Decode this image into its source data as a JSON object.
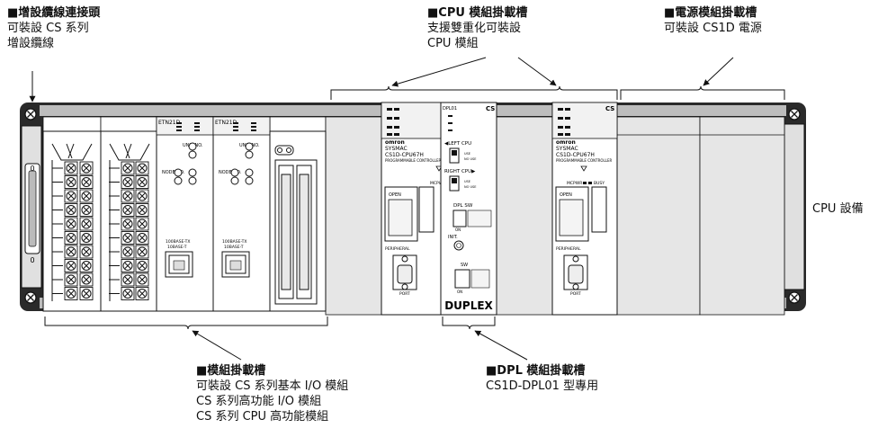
{
  "callouts": {
    "expansion": {
      "title": "■增設纜線連接頭",
      "lines": [
        "可裝設 CS 系列",
        "增設纜線"
      ]
    },
    "cpu_slot": {
      "title": "■CPU 模組掛載槽",
      "lines": [
        "支援雙重化可裝設",
        "CPU 模組"
      ]
    },
    "power_slot": {
      "title": "■電源模組掛載槽",
      "lines": [
        "可裝設 CS1D 電源"
      ]
    },
    "unit_slot": {
      "title": "■模組掛載槽",
      "lines": [
        "可裝設 CS 系列基本 I/O 模組",
        "CS 系列高功能 I/O 模組",
        "CS 系列 CPU 高功能模組"
      ]
    },
    "dpl_slot": {
      "title": "■DPL 模組掛載槽",
      "lines": [
        "CS1D-DPL01 型專用"
      ]
    }
  },
  "side_label": "CPU 設備",
  "module_text": {
    "etn": "ETN21D",
    "unit_no": "UNIT\nNO.",
    "node_no": "NODE\nNO.",
    "tx1": "100BASE-TX",
    "tx2": "10BASE-T",
    "omron": "omron",
    "sysmac": "SYSMAC",
    "cpu_model": "CS1D-CPU67H",
    "prog_ctrl": "PROGRAMMABLE CONTROLLER",
    "mcpwr": "MCPWR",
    "busy": "BUSY",
    "open": "OPEN",
    "peripheral": "PERIPHERAL",
    "port": "PORT",
    "left_cpu": "◀LEFT CPU",
    "right_cpu": "RIGHT CPU▶",
    "use": "USE",
    "no_use": "NO USE",
    "dpl_sw": "DPL SW",
    "init": "INIT.",
    "sw": "SW",
    "on": "ON",
    "duplex": "DUPLEX",
    "cs": "CS",
    "dpl01": "DPL01"
  },
  "colors": {
    "frame": "#2a2a2a",
    "panel": "#e6e6e6",
    "face": "#ffffff",
    "rail": "#4a4a4a"
  }
}
